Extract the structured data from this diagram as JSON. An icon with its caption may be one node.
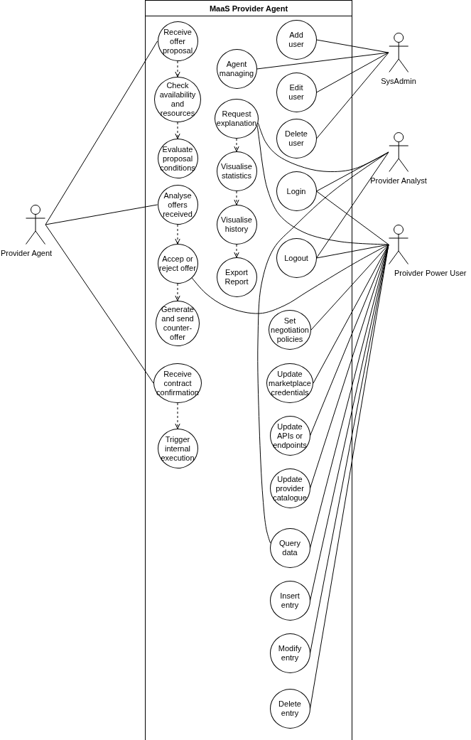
{
  "diagram": {
    "nodes": [
      {
        "text": [
          "MaaS Provider Agent"
        ]
      },
      {
        "text": [
          "Receive offer proposal"
        ],
        "in": 0
      },
      {
        "text": [
          "Check availability and resources"
        ],
        "in": 0
      },
      {
        "text": [
          "Evaluate proposal conditions"
        ],
        "in": 0
      },
      {
        "text": [
          "Analyse offers received"
        ],
        "in": 0
      },
      {
        "text": [
          "Accep or reject offer"
        ],
        "in": 0
      },
      {
        "text": [
          "Generate and send counter-offer"
        ],
        "in": 0
      },
      {
        "text": [
          "Receive contract confirmation"
        ],
        "in": 0
      },
      {
        "text": [
          "Trigger internal execution"
        ],
        "in": 0
      },
      {
        "text": [
          "Agent managing"
        ],
        "in": 0
      },
      {
        "text": [
          "Request explanation"
        ],
        "in": 0
      },
      {
        "text": [
          "Visualise statistics"
        ],
        "in": 0
      },
      {
        "text": [
          "Visualise history"
        ],
        "in": 0
      },
      {
        "text": [
          "Export Report"
        ],
        "in": 0
      },
      {
        "text": [
          "Add user"
        ],
        "in": 0
      },
      {
        "text": [
          "Edit user"
        ],
        "in": 0
      },
      {
        "text": [
          "Delete user"
        ],
        "in": 0
      },
      {
        "text": [
          "Login"
        ],
        "in": 0
      },
      {
        "text": [
          "Logout"
        ],
        "in": 0
      },
      {
        "text": [
          "Set negotiation policies"
        ],
        "in": 0
      },
      {
        "text": [
          "Update marketplace credentials"
        ],
        "in": 0
      },
      {
        "text": [
          "Update APIs or endpoints"
        ],
        "in": 0
      },
      {
        "text": [
          "Update provider catalogue"
        ],
        "in": 0
      },
      {
        "text": [
          "Query data"
        ],
        "in": 0
      },
      {
        "text": [
          "Insert entry"
        ],
        "in": 0
      },
      {
        "text": [
          "Modify entry"
        ],
        "in": 0
      },
      {
        "text": [
          "Delete entry"
        ],
        "in": 0
      },
      {
        "text": [
          "Provider Agent"
        ]
      },
      {
        "text": [
          "SysAdmin"
        ]
      },
      {
        "text": [
          "Provider Analyst"
        ]
      },
      {
        "text": [
          "Proivder Power User"
        ]
      }
    ],
    "edges": [
      {
        "from": 1,
        "to": 2,
        "arrow": "to",
        "style": "dashed"
      },
      {
        "from": 2,
        "to": 3,
        "arrow": "to",
        "style": "dashed"
      },
      {
        "from": 4,
        "to": 5,
        "arrow": "to",
        "style": "dashed"
      },
      {
        "from": 5,
        "to": 6,
        "arrow": "to",
        "style": "dashed"
      },
      {
        "from": 7,
        "to": 8,
        "arrow": "to",
        "style": "dashed"
      },
      {
        "from": 10,
        "to": 11,
        "arrow": "to",
        "style": "dashed"
      },
      {
        "from": 11,
        "to": 12,
        "arrow": "to",
        "style": "dashed"
      },
      {
        "from": 12,
        "to": 13,
        "arrow": "to",
        "style": "dashed"
      },
      {
        "from": 27,
        "to": 1,
        "arrow": "none"
      },
      {
        "from": 27,
        "to": 4,
        "arrow": "none"
      },
      {
        "from": 27,
        "to": 7,
        "arrow": "none"
      },
      {
        "from": 28,
        "to": 14,
        "arrow": "none"
      },
      {
        "from": 28,
        "to": 9,
        "arrow": "none"
      },
      {
        "from": 28,
        "to": 15,
        "arrow": "none"
      },
      {
        "from": 28,
        "to": 16,
        "arrow": "none"
      },
      {
        "from": 29,
        "to": 10,
        "arrow": "none"
      },
      {
        "from": 29,
        "to": 17,
        "arrow": "none"
      },
      {
        "from": 29,
        "to": 18,
        "arrow": "none"
      },
      {
        "from": 29,
        "to": 23,
        "arrow": "none"
      },
      {
        "from": 30,
        "to": 10,
        "arrow": "none"
      },
      {
        "from": 30,
        "to": 17,
        "arrow": "none"
      },
      {
        "from": 30,
        "to": 18,
        "arrow": "none"
      },
      {
        "from": 30,
        "to": 5,
        "arrow": "none"
      },
      {
        "from": 30,
        "to": 19,
        "arrow": "none"
      },
      {
        "from": 30,
        "to": 20,
        "arrow": "none"
      },
      {
        "from": 30,
        "to": 21,
        "arrow": "none"
      },
      {
        "from": 30,
        "to": 22,
        "arrow": "none"
      },
      {
        "from": 30,
        "to": 23,
        "arrow": "none"
      },
      {
        "from": 30,
        "to": 24,
        "arrow": "none"
      },
      {
        "from": 30,
        "to": 25,
        "arrow": "none"
      },
      {
        "from": 30,
        "to": 26,
        "arrow": "none"
      }
    ]
  }
}
